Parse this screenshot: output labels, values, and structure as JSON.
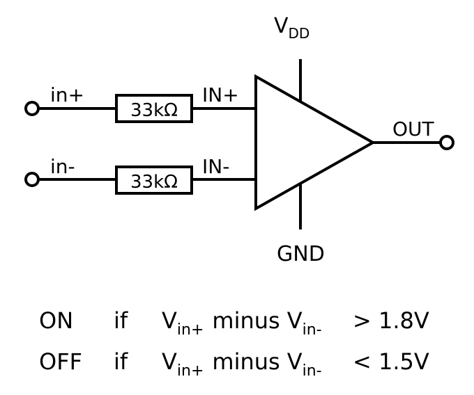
{
  "schematic": {
    "inputs": {
      "in_plus": "in+",
      "in_minus": "in-"
    },
    "resistors": {
      "r1_value": "33kΩ",
      "r2_value": "33kΩ"
    },
    "comparator": {
      "pin_plus": "IN+",
      "pin_minus": "IN-",
      "supply_main": "V",
      "supply_sub": "DD",
      "ground": "GND",
      "output": "OUT"
    }
  },
  "conditions": [
    {
      "state": "ON",
      "if_word": "if",
      "v1_main": "V",
      "v1_sub": "in+",
      "minus_word": "minus",
      "v2_main": "V",
      "v2_sub": "in-",
      "rule": "> 1.8V"
    },
    {
      "state": "OFF",
      "if_word": "if",
      "v1_main": "V",
      "v1_sub": "in+",
      "minus_word": "minus",
      "v2_main": "V",
      "v2_sub": "in-",
      "rule": "< 1.5V"
    }
  ]
}
